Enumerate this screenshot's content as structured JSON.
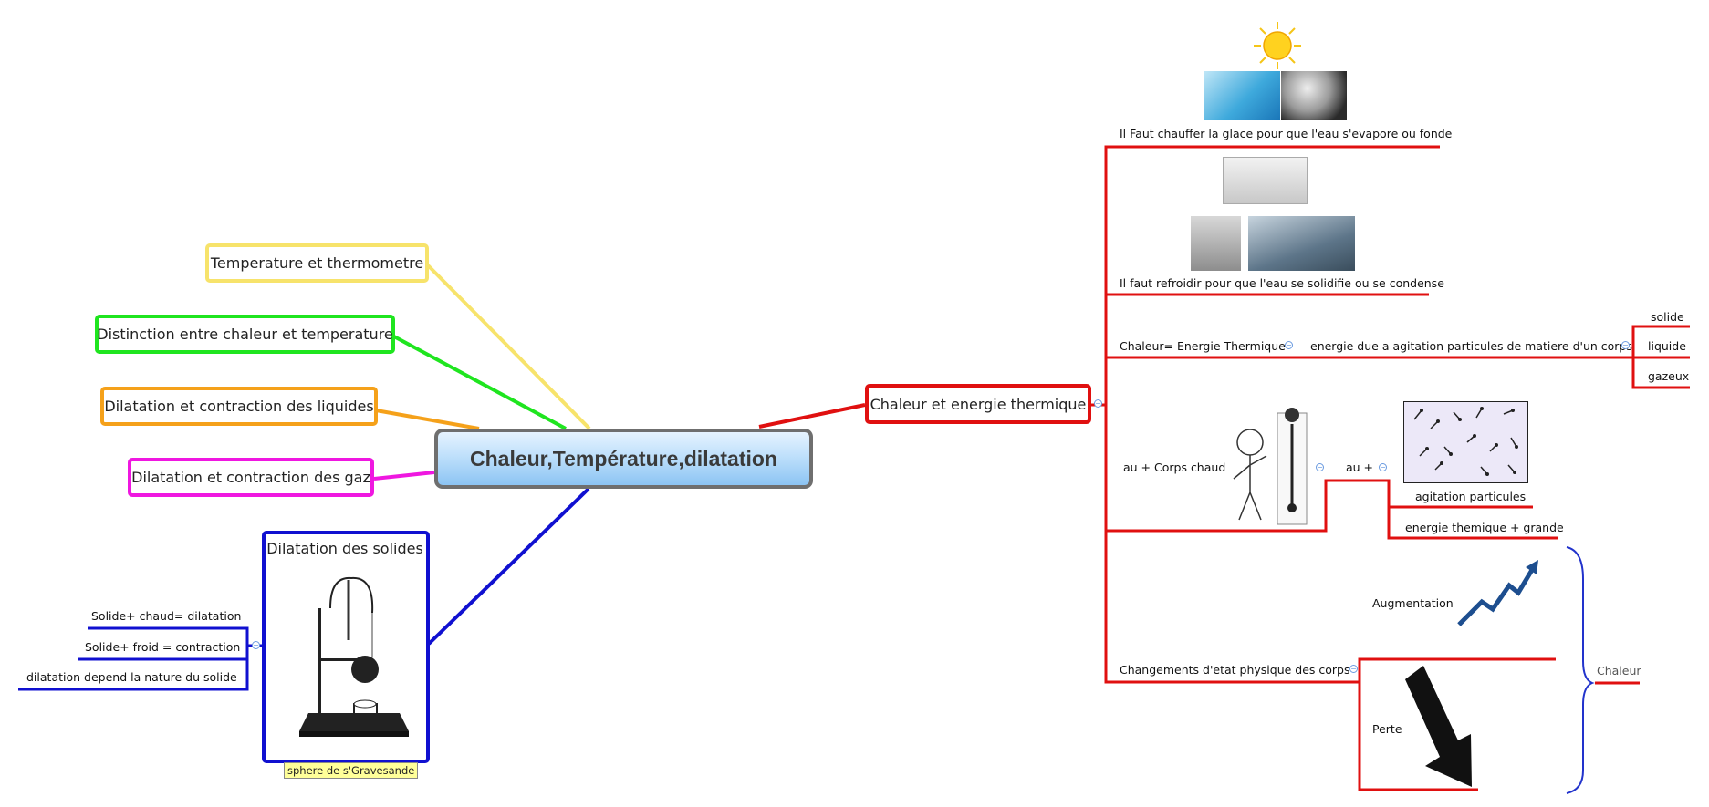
{
  "central": {
    "title": "Chaleur,Température,dilatation"
  },
  "left": {
    "temperature": "Temperature et thermometre",
    "distinction": "Distinction entre chaleur et temperature",
    "liquides": "Dilatation et contraction des liquides",
    "gaz": "Dilatation et contraction des gaz",
    "solides": {
      "title": "Dilatation des solides",
      "caption": "sphere de s'Gravesande",
      "items": [
        "Solide+ chaud= dilatation",
        "Solide+ froid = contraction",
        "dilatation depend  la nature du solide"
      ]
    }
  },
  "right": {
    "main": "Chaleur et energie thermique",
    "chauffer": "Il Faut chauffer la glace pour que l'eau s'evapore ou fonde",
    "refroidir": "Il faut refroidir pour que l'eau se solidifie ou se condense",
    "energie": "Chaleur= Energie Thermique",
    "agitation": "energie due a agitation particules de matiere d'un corps",
    "etats": [
      "solide",
      "liquide",
      "gazeux"
    ],
    "corps_chaud": "au + Corps chaud",
    "au_plus": "au +",
    "agitation_particules": "agitation particules",
    "energie_grande": "energie themique + grande",
    "changements": "Changements d'etat physique des corps",
    "augmentation": "Augmentation",
    "perte": "Perte",
    "chaleur": "Chaleur"
  },
  "colors": {
    "yellow": "#f7e36b",
    "green": "#1fe51f",
    "orange": "#f5a11a",
    "magenta": "#ef17e0",
    "blue": "#1010d0",
    "red": "#e01010",
    "brace": "#2233cc"
  }
}
